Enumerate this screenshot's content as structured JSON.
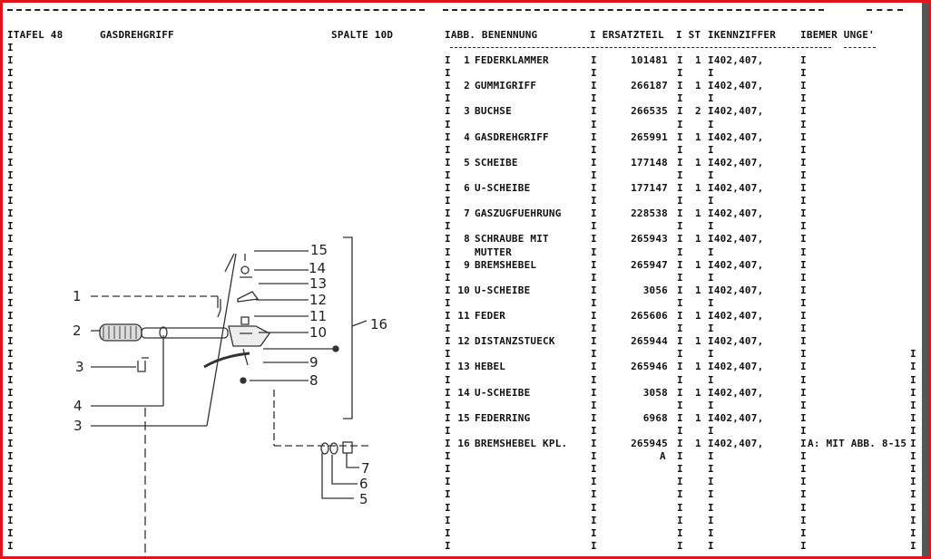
{
  "header": {
    "tafel": "ITAFEL 48",
    "title": "GASDREHGRIFF",
    "spalte": "SPALTE 10D"
  },
  "table": {
    "col_abb": "IABB. BENENNUNG",
    "col_ersatzteil": "I ERSATZTEIL",
    "col_st": "I ST",
    "col_kennziffer": "IKENNZIFFER",
    "col_bemerkungen": "IBEMER UNGE'"
  },
  "rows": [
    {
      "no": "1",
      "name": "FEDERKLAMMER",
      "part": "101481",
      "qty": "1",
      "code": "I402,407,",
      "note": ""
    },
    {
      "no": "2",
      "name": "GUMMIGRIFF",
      "part": "266187",
      "qty": "1",
      "code": "I402,407,",
      "note": ""
    },
    {
      "no": "3",
      "name": "BUCHSE",
      "part": "266535",
      "qty": "2",
      "code": "I402,407,",
      "note": ""
    },
    {
      "no": "4",
      "name": "GASDREHGRIFF",
      "part": "265991",
      "qty": "1",
      "code": "I402,407,",
      "note": ""
    },
    {
      "no": "5",
      "name": "SCHEIBE",
      "part": "177148",
      "qty": "1",
      "code": "I402,407,",
      "note": ""
    },
    {
      "no": "6",
      "name": "U-SCHEIBE",
      "part": "177147",
      "qty": "1",
      "code": "I402,407,",
      "note": ""
    },
    {
      "no": "7",
      "name": "GASZUGFUEHRUNG",
      "part": "228538",
      "qty": "1",
      "code": "I402,407,",
      "note": ""
    },
    {
      "no": "8",
      "name": "SCHRAUBE MIT",
      "name2": "MUTTER",
      "part": "265943",
      "qty": "1",
      "code": "I402,407,",
      "note": ""
    },
    {
      "no": "9",
      "name": "BREMSHEBEL",
      "part": "265947",
      "qty": "1",
      "code": "I402,407,",
      "note": ""
    },
    {
      "no": "10",
      "name": "U-SCHEIBE",
      "part": "3056",
      "qty": "1",
      "code": "I402,407,",
      "note": ""
    },
    {
      "no": "11",
      "name": "FEDER",
      "part": "265606",
      "qty": "1",
      "code": "I402,407,",
      "note": ""
    },
    {
      "no": "12",
      "name": "DISTANZSTUECK",
      "part": "265944",
      "qty": "1",
      "code": "I402,407,",
      "note": ""
    },
    {
      "no": "13",
      "name": "HEBEL",
      "part": "265946",
      "qty": "1",
      "code": "I402,407,",
      "note": ""
    },
    {
      "no": "14",
      "name": "U-SCHEIBE",
      "part": "3058",
      "qty": "1",
      "code": "I402,407,",
      "note": ""
    },
    {
      "no": "15",
      "name": "FEDERRING",
      "part": "6968",
      "qty": "1",
      "code": "I402,407,",
      "note": ""
    },
    {
      "no": "16",
      "name": "BREMSHEBEL KPL.",
      "part": "265945",
      "qty": "1",
      "code": "I402,407,",
      "note": "A: MIT ABB. 8-15",
      "mark": "A"
    }
  ],
  "diagram": {
    "labels": [
      "15",
      "14",
      "13",
      "12",
      "11",
      "10",
      "9",
      "8",
      "1",
      "2",
      "3",
      "4",
      "3",
      "16",
      "7",
      "6",
      "5"
    ]
  }
}
